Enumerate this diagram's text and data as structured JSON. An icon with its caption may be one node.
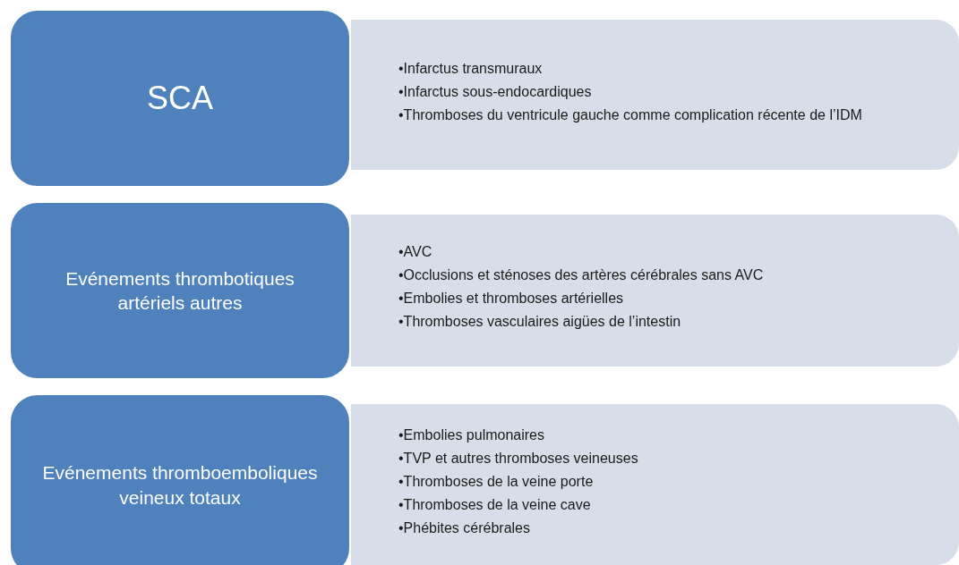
{
  "diagram": {
    "nodes": [
      {
        "text": [
          "SCA"
        ]
      },
      {
        "text": [
          "•Infarctus transmuraux",
          "•Infarctus sous-endocardiques",
          "•Thromboses du ventricule gauche comme complication récente de l’IDM"
        ]
      },
      {
        "text": [
          "Evénements thrombotiques artériels autres"
        ]
      },
      {
        "text": [
          "•AVC",
          "•Occlusions et sténoses des artères cérébrales sans AVC",
          "•Embolies et thromboses artérielles",
          "•Thromboses vasculaires aigües de l’intestin"
        ]
      },
      {
        "text": [
          "Evénements thromboemboliques veineux totaux"
        ]
      },
      {
        "text": [
          "•Embolies pulmonaires",
          "•TVP et autres thromboses veineuses",
          "•Thromboses de la veine porte",
          "•Thromboses de la veine cave",
          "•Phébites cérébrales"
        ]
      }
    ]
  }
}
